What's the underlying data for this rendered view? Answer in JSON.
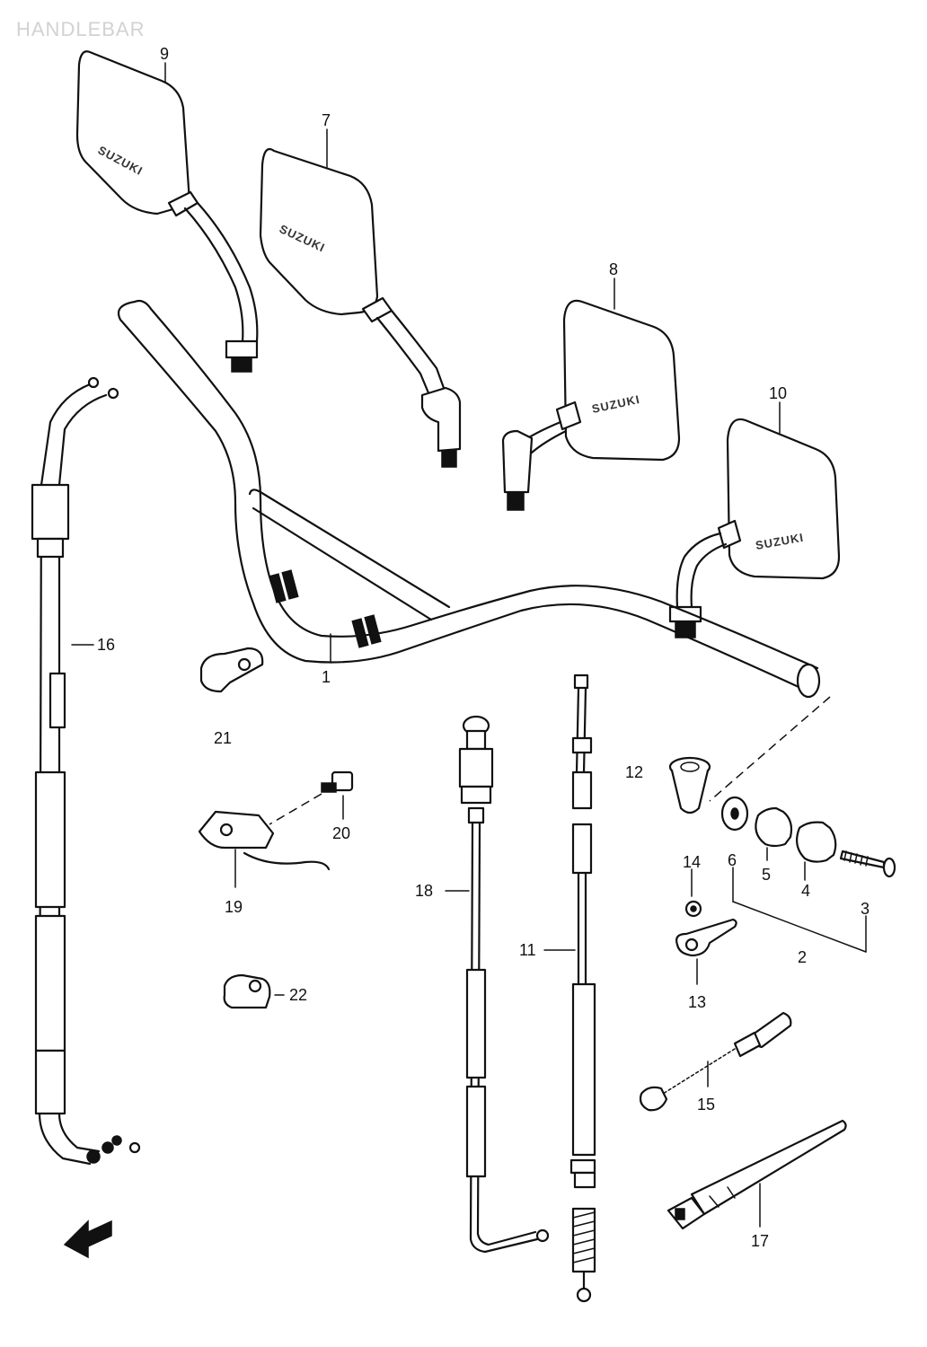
{
  "page_title": "HANDLEBAR",
  "mirror_label": "SUZUKI",
  "callouts": {
    "p1": "1",
    "p2": "2",
    "p3": "3",
    "p4": "4",
    "p5": "5",
    "p6": "6",
    "p7": "7",
    "p8": "8",
    "p9": "9",
    "p10": "10",
    "p11": "11",
    "p12": "12",
    "p13": "13",
    "p14": "14",
    "p15": "15",
    "p16": "16",
    "p17": "17",
    "p18": "18",
    "p19": "19",
    "p20": "20",
    "p21": "21",
    "p22": "22"
  },
  "front_arrow": "arrow-icon"
}
